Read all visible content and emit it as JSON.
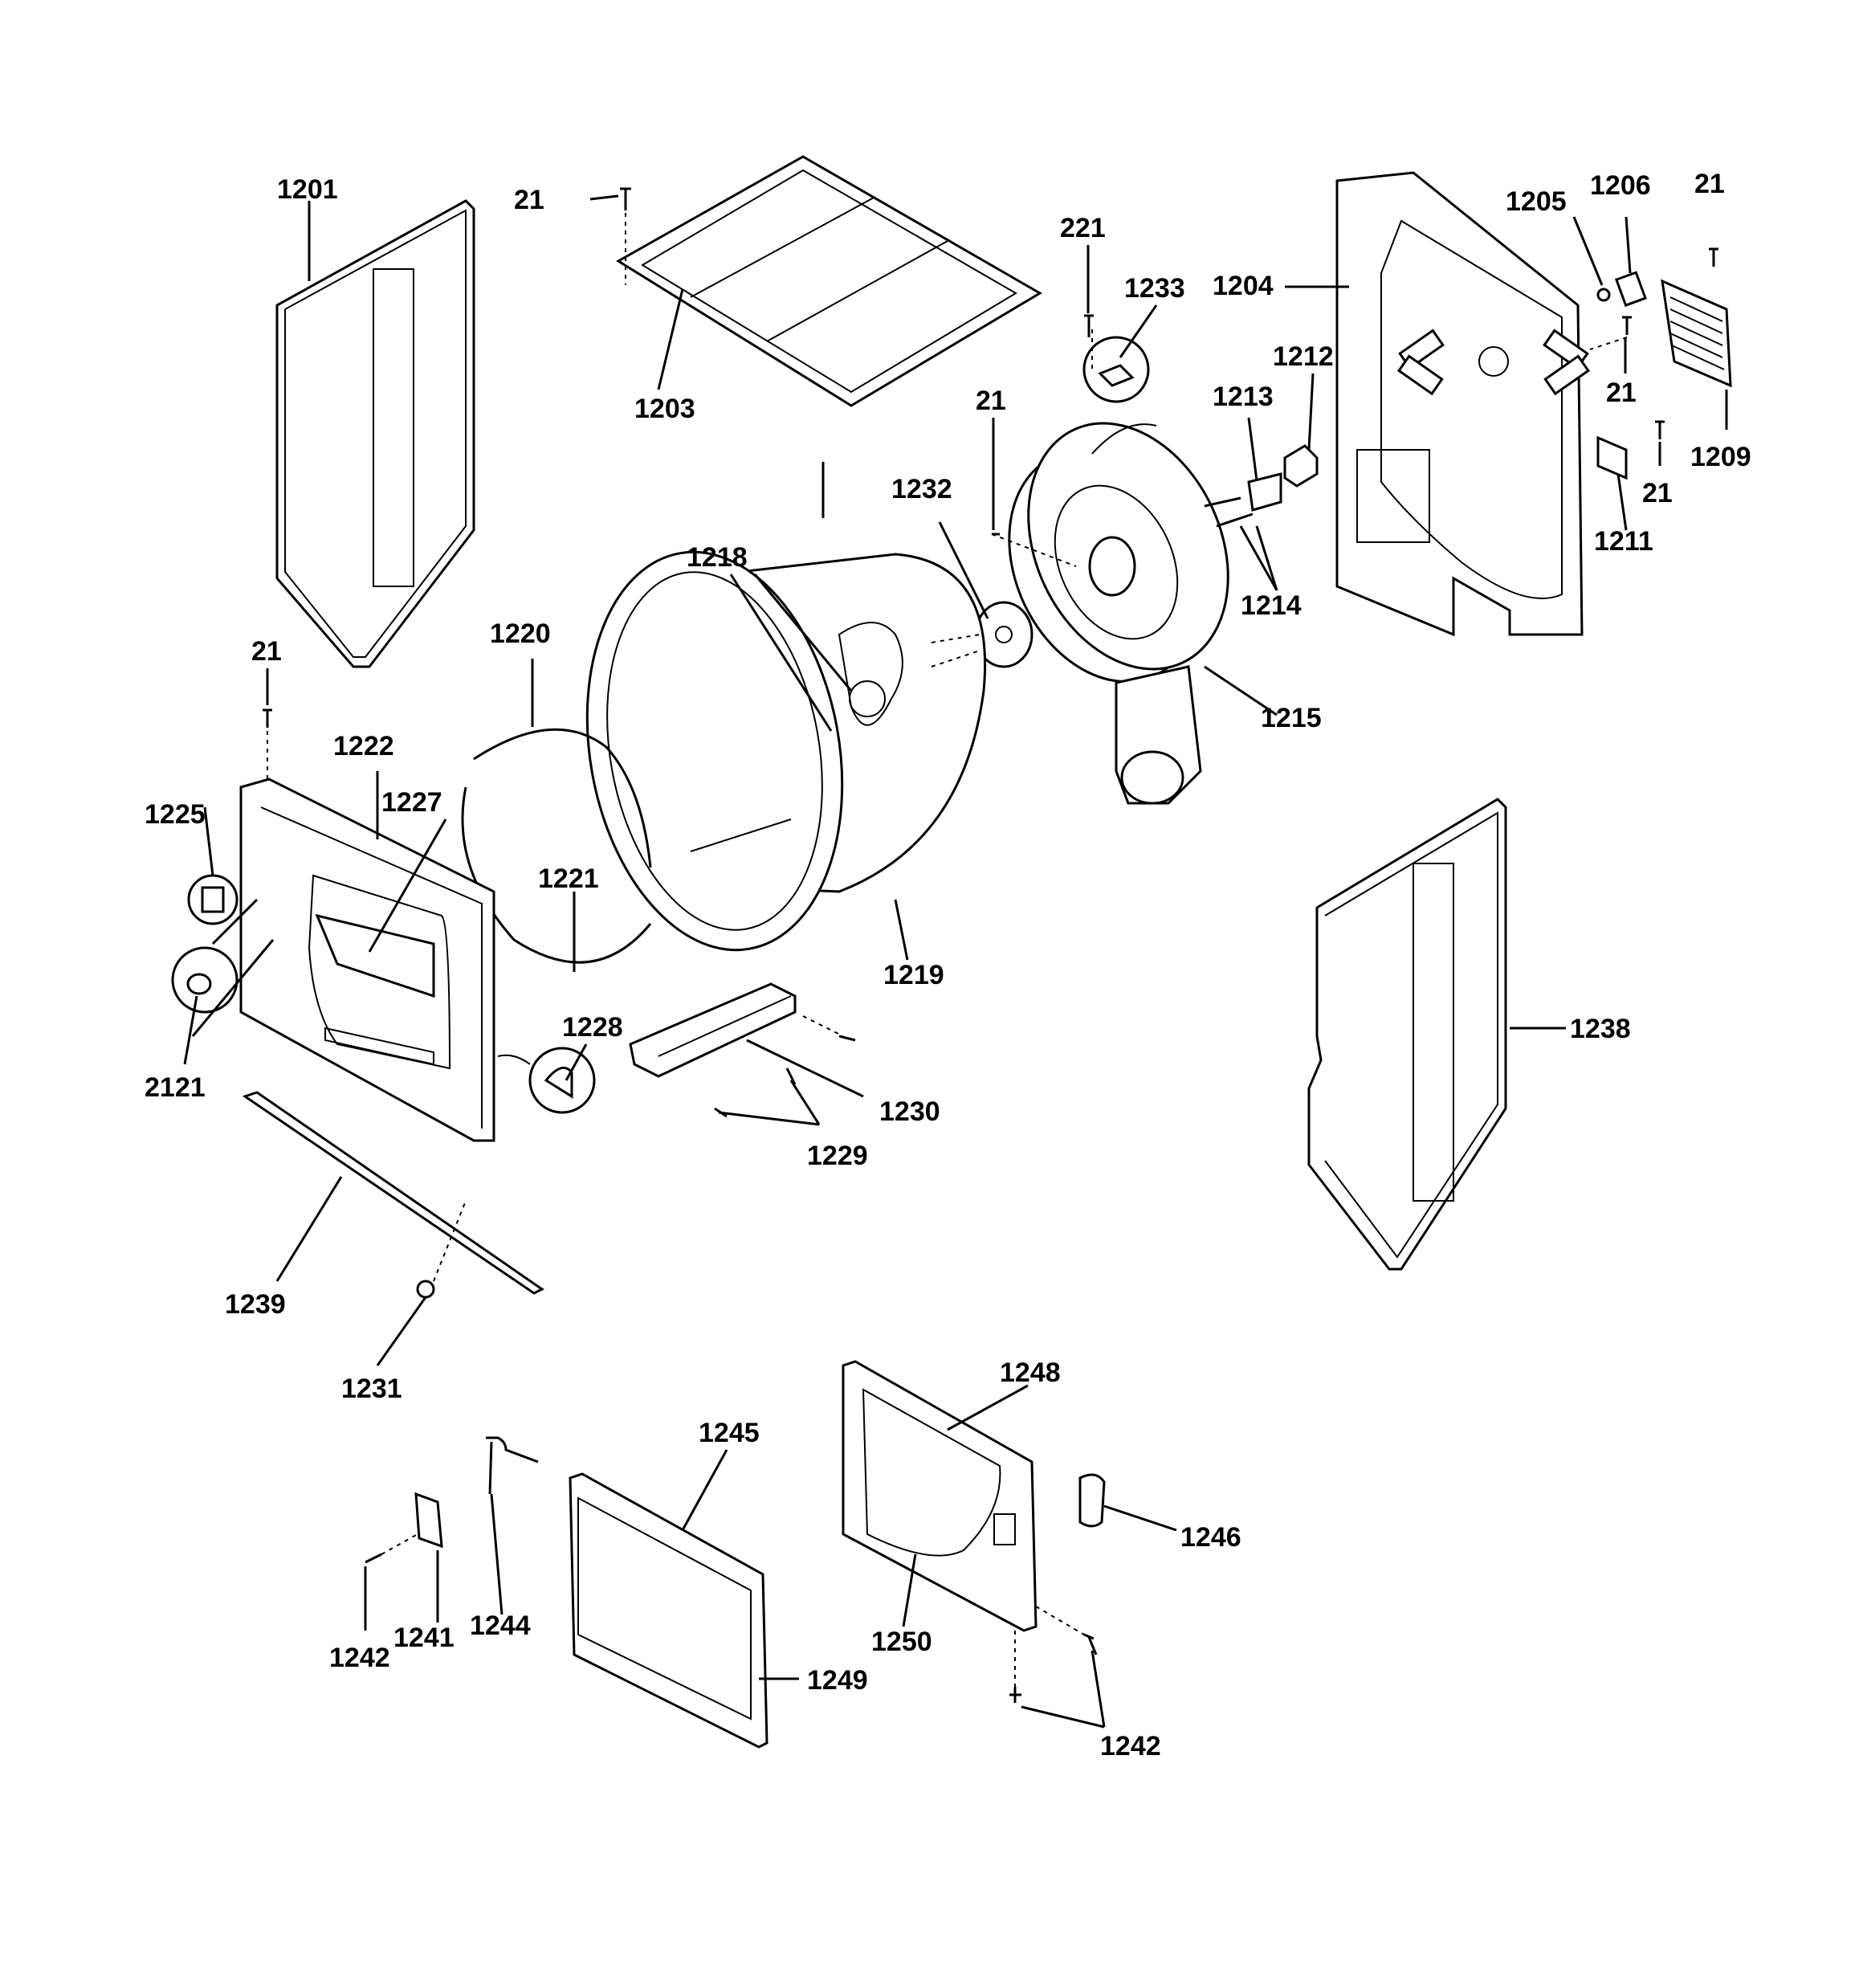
{
  "labels": {
    "p1201": "1201",
    "p21a": "21",
    "p1203": "1203",
    "p221": "221",
    "p1233": "1233",
    "p1204": "1204",
    "p1205": "1205",
    "p1206": "1206",
    "p21b": "21",
    "p1212": "1212",
    "p1213": "1213",
    "p21c": "21",
    "p1209": "1209",
    "p21d": "21",
    "p21e": "21",
    "p1232": "1232",
    "p1211": "1211",
    "p1218": "1218",
    "p1214": "1214",
    "p1220": "1220",
    "p1215": "1215",
    "p21f": "21",
    "p1222": "1222",
    "p1227": "1227",
    "p1225": "1225",
    "p1221": "1221",
    "p1219": "1219",
    "p1238": "1238",
    "p1228": "1228",
    "p1230": "1230",
    "p2121": "2121",
    "p1229": "1229",
    "p1239": "1239",
    "p1231": "1231",
    "p1248": "1248",
    "p1245": "1245",
    "p1246": "1246",
    "p1241": "1241",
    "p1244": "1244",
    "p1242a": "1242",
    "p1250": "1250",
    "p1249": "1249",
    "p1242b": "1242"
  }
}
